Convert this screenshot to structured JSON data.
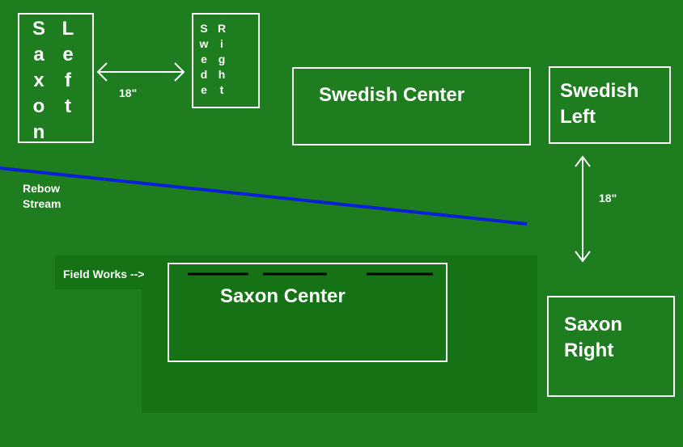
{
  "colors": {
    "background": "#1e7d1e",
    "shade": "#157315",
    "stream": "#0b1ed8",
    "box_border": "#ffffff",
    "text": "#ffffff",
    "field_works": "#000000"
  },
  "units": {
    "saxon_left": {
      "col1": [
        "S",
        "a",
        "x",
        "o",
        "n"
      ],
      "col2": [
        "L",
        "e",
        "f",
        "t"
      ]
    },
    "swede_right": {
      "col1": [
        "S",
        "w",
        "e",
        "d",
        "e"
      ],
      "col2": [
        "R",
        "i",
        "g",
        "h",
        "t"
      ]
    },
    "swedish_center": {
      "label": "Swedish Center"
    },
    "swedish_left": {
      "line1": "Swedish",
      "line2": "Left"
    },
    "saxon_center": {
      "label": "Saxon Center"
    },
    "saxon_right": {
      "line1": "Saxon",
      "line2": "Right"
    }
  },
  "distances": {
    "left_gap": "18\"",
    "right_gap": "18\""
  },
  "terrain": {
    "stream_line1": "Rebow",
    "stream_line2": "Stream",
    "field_works": "Field Works -->"
  }
}
